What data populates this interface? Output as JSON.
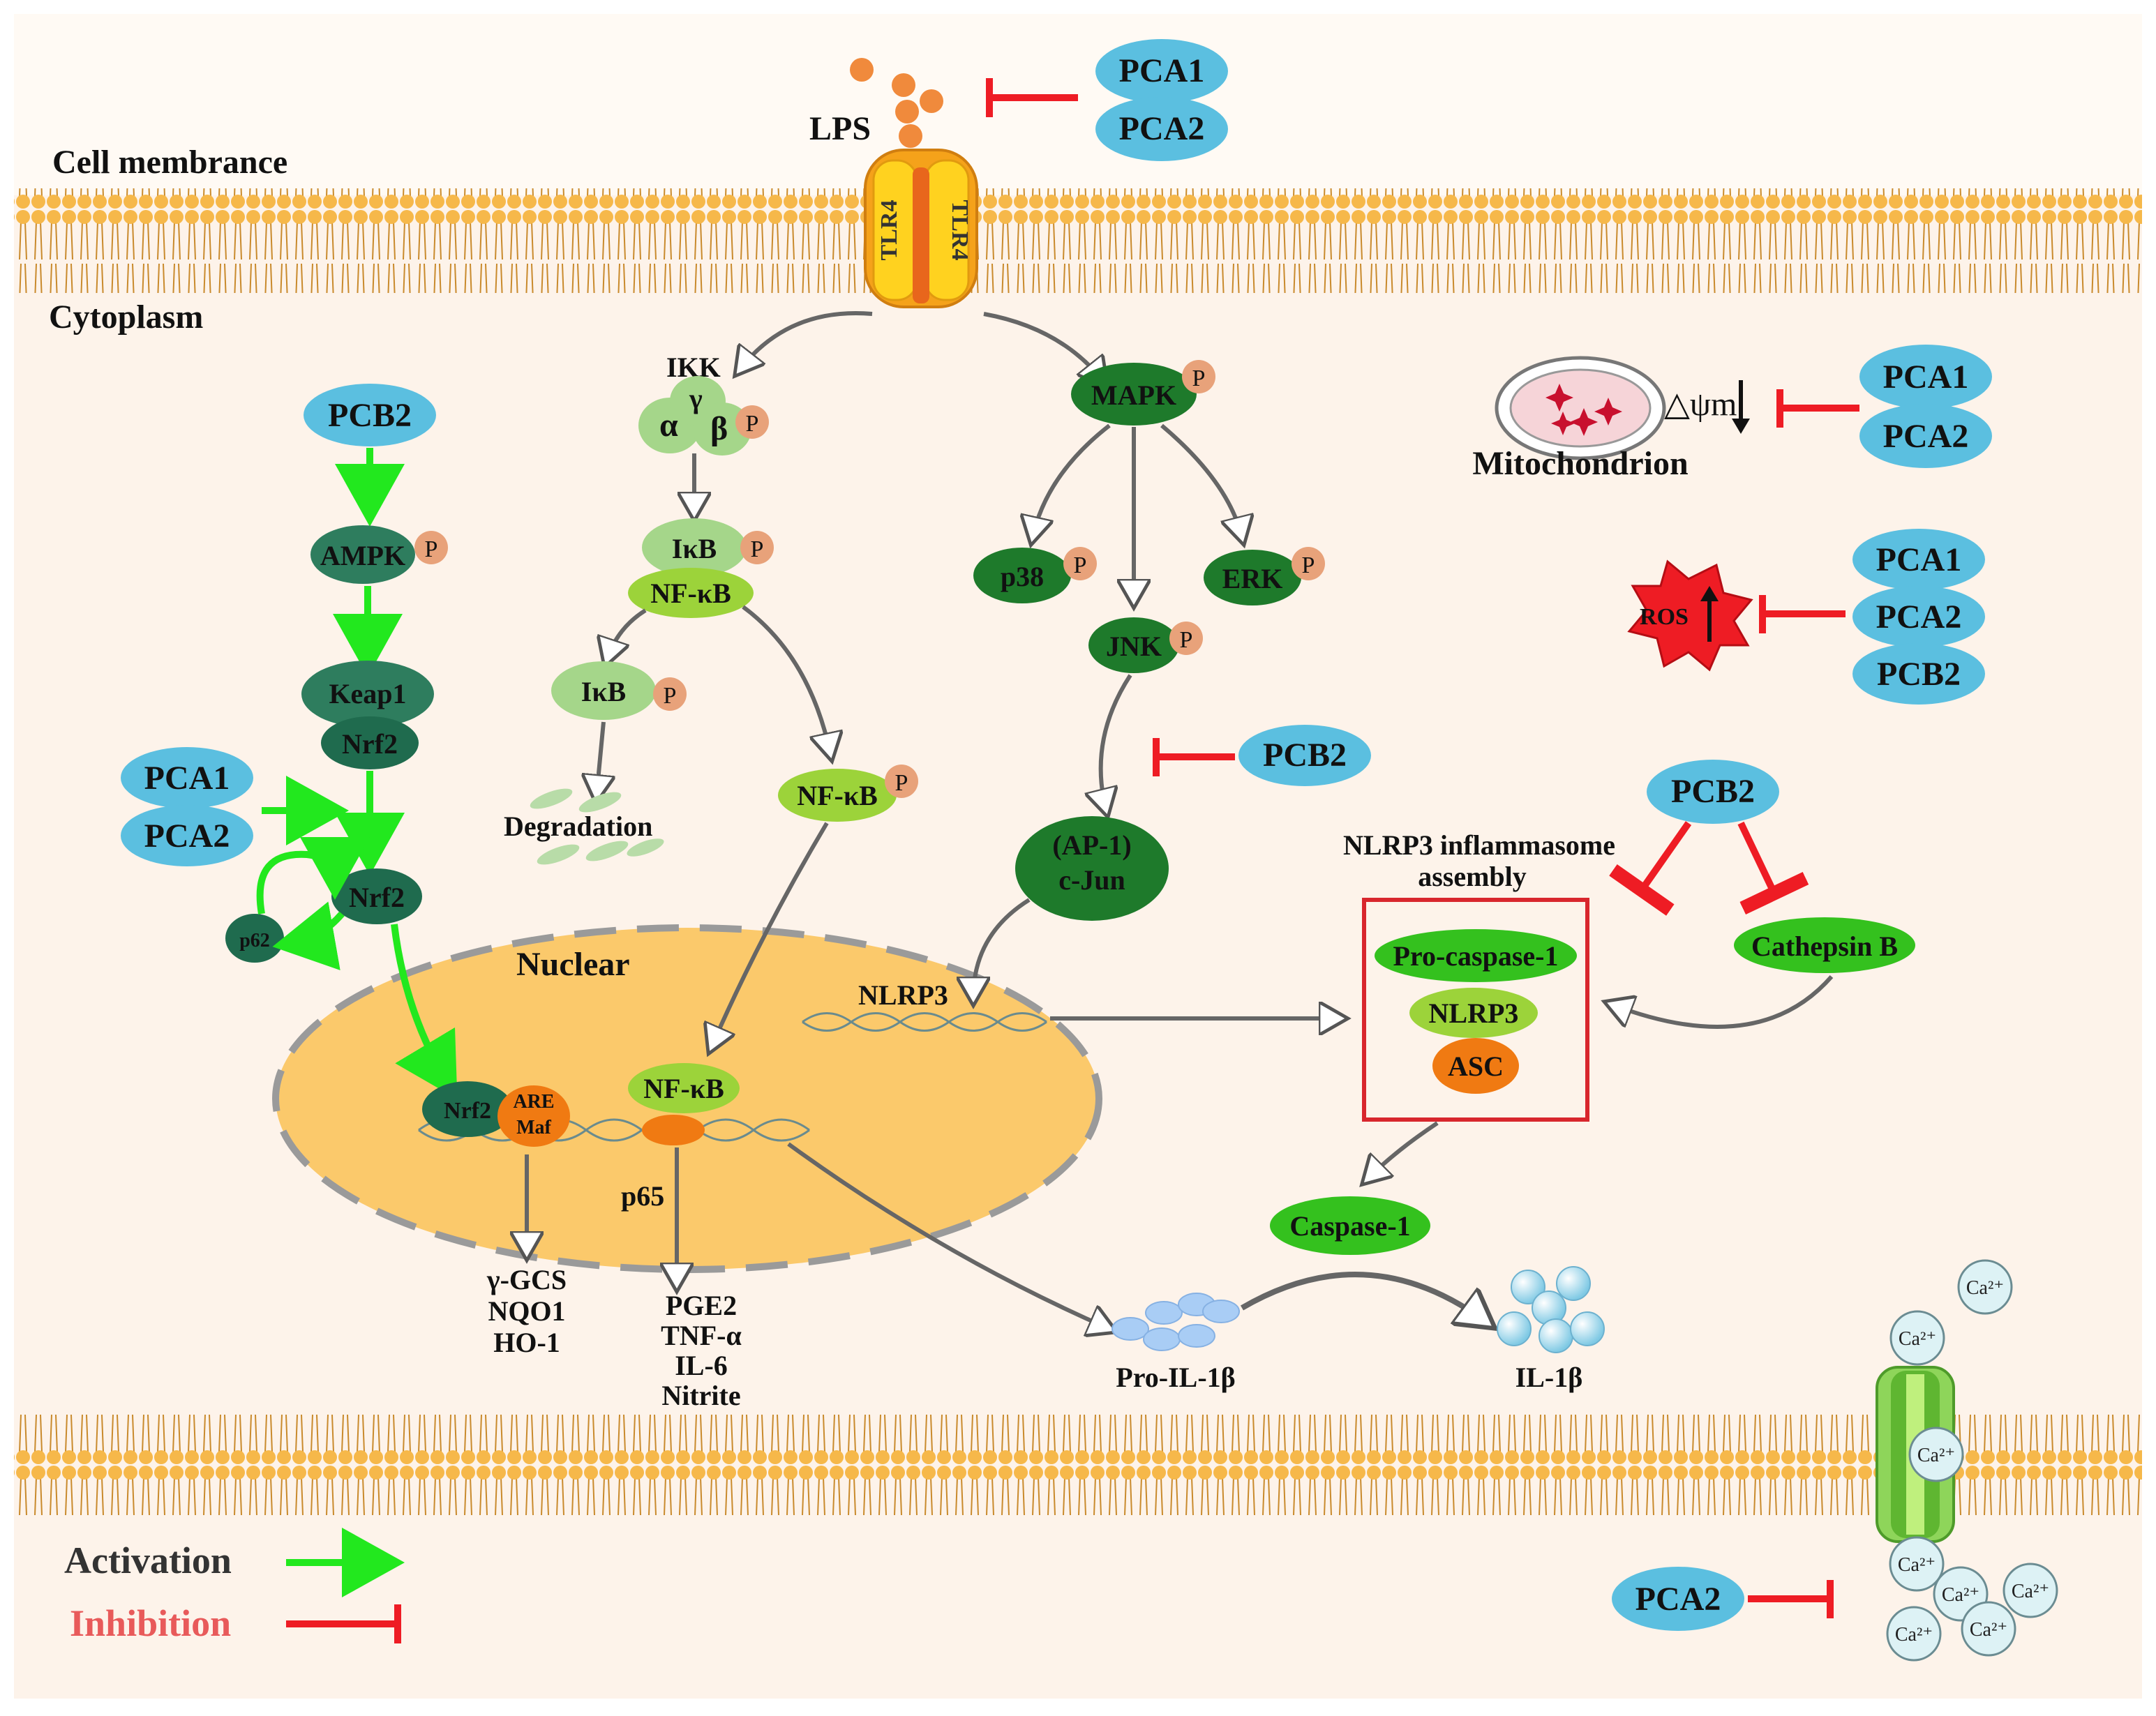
{
  "regions": {
    "cell_membrane": "Cell membrance",
    "cytoplasm": "Cytoplasm",
    "nuclear": "Nuclear"
  },
  "ligand": {
    "lps": "LPS",
    "receptor": "TLR4"
  },
  "phospho": "P",
  "compounds": {
    "pca1": "PCA1",
    "pca2": "PCA2",
    "pcb2": "PCB2"
  },
  "nfkb_pathway": {
    "ikk": "IKK",
    "alpha": "α",
    "gamma": "γ",
    "beta": "β",
    "ikb": "IκB",
    "nfkb": "NF-κB",
    "degradation": "Degradation",
    "p65": "p65",
    "products": [
      "PGE2",
      "TNF-α",
      "IL-6",
      "Nitrite"
    ]
  },
  "mapk_pathway": {
    "mapk": "MAPK",
    "p38": "p38",
    "erk": "ERK",
    "jnk": "JNK",
    "ap1": "(AP-1)",
    "cjun": "c-Jun",
    "nlrp3_gene": "NLRP3"
  },
  "nrf2_pathway": {
    "ampk": "AMPK",
    "keap1": "Keap1",
    "nrf2": "Nrf2",
    "p62": "p62",
    "are": "ARE",
    "maf": "Maf",
    "products": [
      "γ-GCS",
      "NQO1",
      "HO-1"
    ]
  },
  "inflammasome": {
    "title_line1": "NLRP3 inflammasome",
    "title_line2": "assembly",
    "pro_caspase": "Pro-caspase-1",
    "nlrp3": "NLRP3",
    "asc": "ASC",
    "cathepsin": "Cathepsin B",
    "caspase": "Caspase-1",
    "pro_il1b": "Pro-IL-1β",
    "il1b": "IL-1β"
  },
  "mito": {
    "label": "Mitochondrion",
    "potential": "△ψm"
  },
  "ros": "ROS",
  "calcium": "Ca²⁺",
  "legend": {
    "activation": "Activation",
    "inhibition": "Inhibition"
  },
  "colors": {
    "activation": "#22e81e",
    "inhibition": "#ee1c24",
    "compound_blue": "#5bbfe0",
    "nucleus": "#fbc96b",
    "membrane_head": "#f4b348",
    "cytoplasm_bg": "#fdf3ea"
  }
}
